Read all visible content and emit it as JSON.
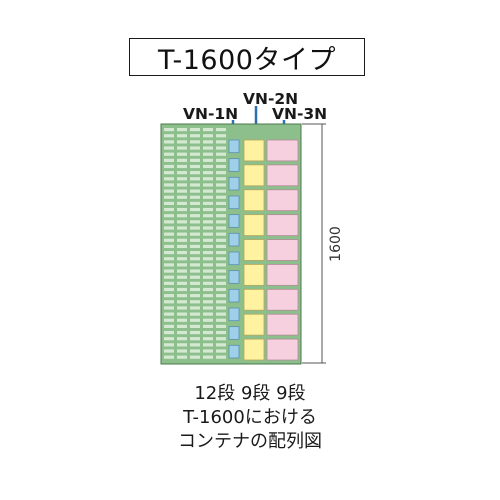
{
  "title": "T-1600タイプ",
  "labels": {
    "vn1": "VN-1N",
    "vn2": "VN-2N",
    "vn3": "VN-3N"
  },
  "dimension": "1600",
  "caption": {
    "line1": "12段 9段 9段",
    "line2": "T-1600における",
    "line3": "コンテナの配列図"
  },
  "layout": {
    "vn1_rows": 12,
    "vn2_rows": 9,
    "vn3_rows": 9
  },
  "colors": {
    "panel": "#8cbf8c",
    "panel_border": "#4a7a4a",
    "slot": "#d5e9d2",
    "vn1": "#9fd0ea",
    "vn2": "#fff2a0",
    "vn3": "#f6d0de",
    "marker": "#2d6fb0"
  }
}
